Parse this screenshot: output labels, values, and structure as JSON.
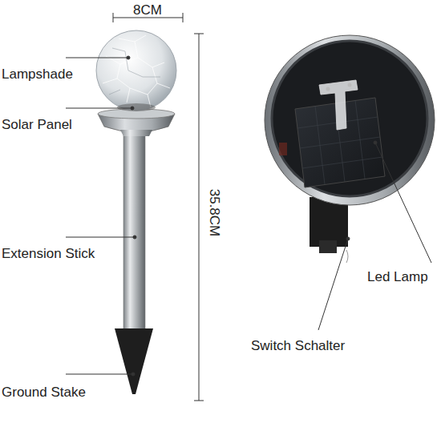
{
  "diagram": {
    "labels": [
      "8CM",
      "Lampshade",
      "Solar Panel",
      "35.8CM",
      "Extension Stick",
      "Ground Stake",
      "Led Lamp",
      "Switch Schalter"
    ]
  }
}
